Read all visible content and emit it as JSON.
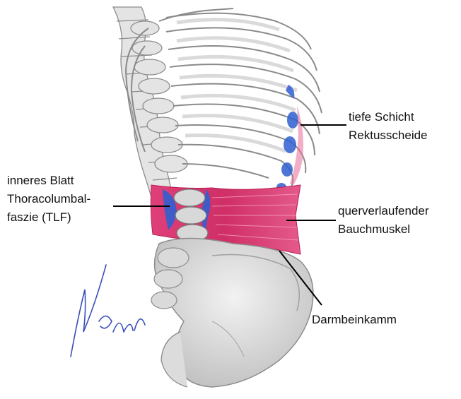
{
  "labels": {
    "tiefe_schicht": {
      "line1": "tiefe Schicht",
      "line2": "Rektusscheide"
    },
    "inneres_blatt": {
      "line1": "inneres Blatt",
      "line2": "Thoracolumbal-",
      "line3": "faszie (TLF)"
    },
    "querverlaufender": {
      "line1": "querverlaufender",
      "line2": "Bauchmuskel"
    },
    "darmbeinkamm": {
      "line1": "Darmbeinkamm"
    }
  },
  "signature": "N.Meende",
  "colors": {
    "bone_outline": "#8c8c8c",
    "bone_shade": "#c9c9c9",
    "muscle": "#d6336c",
    "fascia_blue": "#2f5fd0",
    "signature_ink": "#3a4fb8",
    "leader_line": "#000000"
  }
}
